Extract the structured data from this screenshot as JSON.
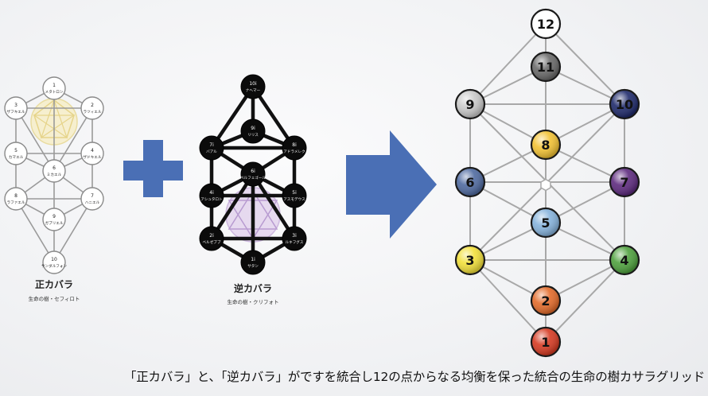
{
  "left_tree": {
    "title": "正カバラ",
    "subtitle": "生命の樹・セフィロト",
    "nodes": [
      {
        "num": "1",
        "name": "メタトロン"
      },
      {
        "num": "2",
        "name": "ラツィエル"
      },
      {
        "num": "3",
        "name": "ザフキエル"
      },
      {
        "num": "4",
        "name": "ザドキエル"
      },
      {
        "num": "5",
        "name": "カマエル"
      },
      {
        "num": "6",
        "name": "ミカエル"
      },
      {
        "num": "7",
        "name": "ハニエル"
      },
      {
        "num": "8",
        "name": "ラファエル"
      },
      {
        "num": "9",
        "name": "ガブリエル"
      },
      {
        "num": "10",
        "name": "サンダルフォン"
      }
    ]
  },
  "middle_tree": {
    "title": "逆カバラ",
    "subtitle": "生命の樹・クリフォト",
    "nodes": [
      {
        "num": "10i",
        "name": "ナヘマー"
      },
      {
        "num": "9i",
        "name": "リリス"
      },
      {
        "num": "8i",
        "name": "アドラメレク"
      },
      {
        "num": "7i",
        "name": "バアル"
      },
      {
        "num": "6i",
        "name": "ベルフェゴール"
      },
      {
        "num": "5i",
        "name": "アスモデウス"
      },
      {
        "num": "4i",
        "name": "アシュタロト"
      },
      {
        "num": "3i",
        "name": "ルキフグス"
      },
      {
        "num": "2i",
        "name": "ベルゼブブ"
      },
      {
        "num": "1i",
        "name": "サタン"
      }
    ]
  },
  "right_grid": {
    "nodes": [
      {
        "num": "12",
        "color": "#ffffff"
      },
      {
        "num": "11",
        "color": "#6a6a6a"
      },
      {
        "num": "9",
        "color": "#c9c9c9"
      },
      {
        "num": "10",
        "color": "#1f2a6b"
      },
      {
        "num": "8",
        "color": "#f2c234"
      },
      {
        "num": "6",
        "color": "#4f6aa0"
      },
      {
        "num": "7",
        "color": "#5d2a7e"
      },
      {
        "num": "5",
        "color": "#86b3dc"
      },
      {
        "num": "3",
        "color": "#f2e03a"
      },
      {
        "num": "4",
        "color": "#4fa13e"
      },
      {
        "num": "2",
        "color": "#e36b2a"
      },
      {
        "num": "1",
        "color": "#d63a22"
      }
    ]
  },
  "colors": {
    "plus": "#4a6fb5",
    "arrow": "#4a6fb5"
  },
  "caption": "「正カバラ」と、「逆カバラ」がですを統合し12の点からなる均衡を保った統合の生命の樹カサラグリッド"
}
